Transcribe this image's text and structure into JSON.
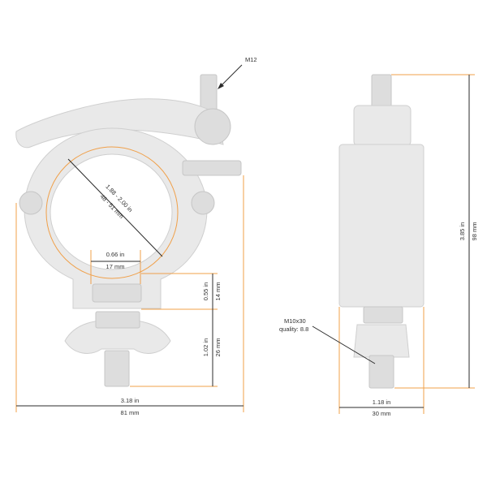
{
  "labels": {
    "thread_top": "M12",
    "pipe_range_in": "1.88 - 2.00 in",
    "pipe_range_mm": "48 - 51 mm",
    "slot_width_in": "0.66 in",
    "slot_width_mm": "17 mm",
    "base_height_in": "0.55 in",
    "base_height_mm": "14 mm",
    "bolt_height_in": "1.02 in",
    "bolt_height_mm": "26 mm",
    "total_width_in": "3.18 in",
    "total_width_mm": "81 mm",
    "side_height_in": "3.85 in",
    "side_height_mm": "98 mm",
    "bolt_spec_line1": "M10x30",
    "bolt_spec_line2": "quality: 8.8",
    "side_width_in": "1.18 in",
    "side_width_mm": "30 mm"
  },
  "colors": {
    "accent_orange": "#f0a04a",
    "dimension_line": "#2b2b2b",
    "metal": "#e9e9e9"
  }
}
